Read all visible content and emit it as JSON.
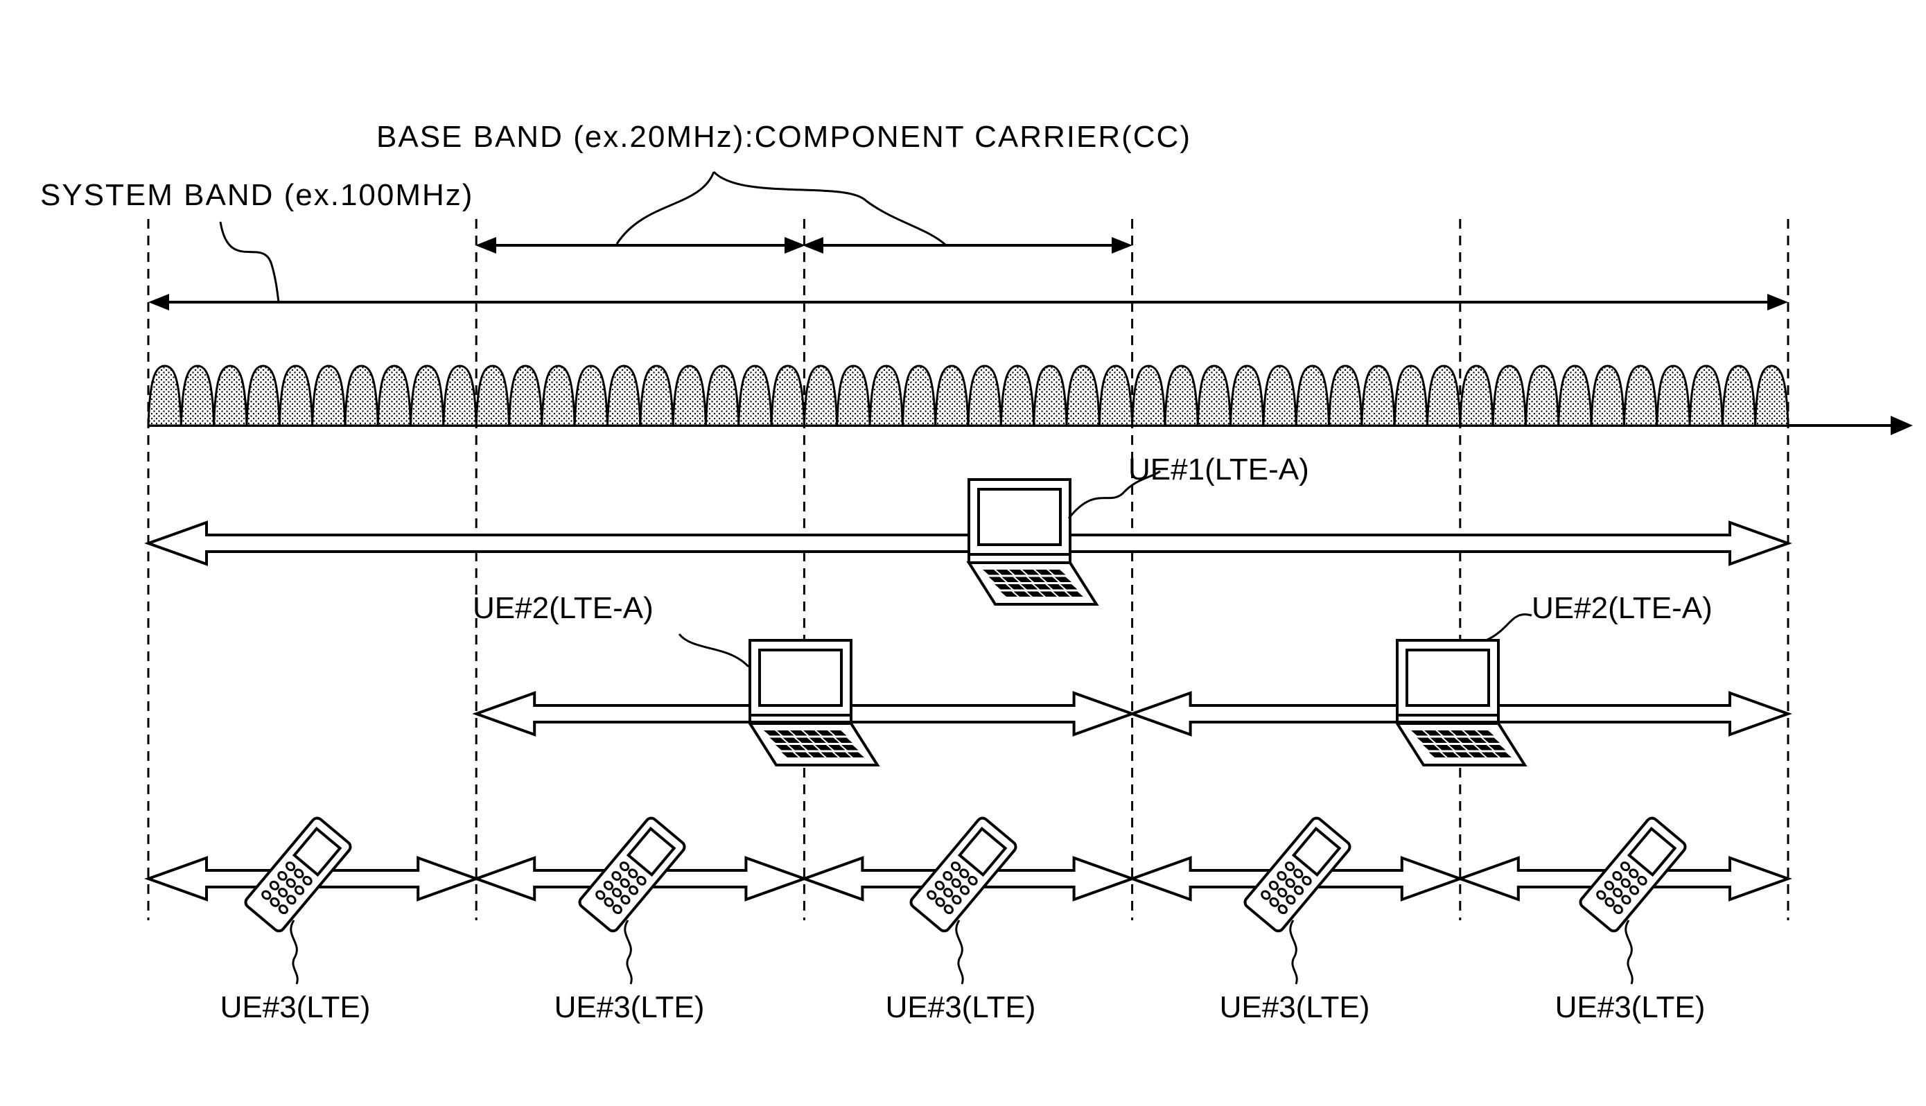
{
  "labels": {
    "base_band": "BASE BAND (ex.20MHz):COMPONENT CARRIER(CC)",
    "system_band": "SYSTEM BAND (ex.100MHz)",
    "ue1": "UE#1(LTE-A)",
    "ue2_left": "UE#2(LTE-A)",
    "ue2_right": "UE#2(LTE-A)",
    "ue3": [
      "UE#3(LTE)",
      "UE#3(LTE)",
      "UE#3(LTE)",
      "UE#3(LTE)",
      "UE#3(LTE)"
    ]
  },
  "diagram": {
    "component_carrier_count": 5,
    "subcarriers_per_cc": 10,
    "ue_devices": [
      {
        "name": "UE#1",
        "type": "LTE-A",
        "device": "laptop-icon",
        "bandwidth_ccs": 5
      },
      {
        "name": "UE#2",
        "type": "LTE-A",
        "device": "laptop-icon",
        "bandwidth_ccs": 2
      },
      {
        "name": "UE#3",
        "type": "LTE",
        "device": "mobile-phone-icon",
        "bandwidth_ccs": 1
      }
    ]
  },
  "colors": {
    "line": "#000000",
    "background": "#ffffff",
    "fill_pattern": "#000000"
  }
}
